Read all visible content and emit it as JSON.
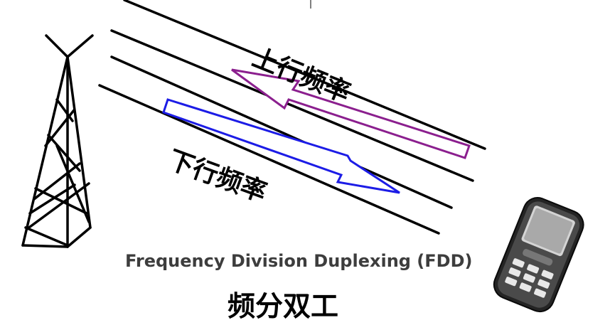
{
  "diagram": {
    "uplink_label": "上行频率",
    "downlink_label": "下行频率",
    "caption": "Frequency Division Duplexing (FDD)",
    "caption_chinese": "频分双工"
  },
  "colors": {
    "uplink_arrow": "#8b1f8e",
    "downlink_arrow": "#1c1ce6",
    "lines": "#000000",
    "caption_text": "#3d3d3d"
  },
  "icons": {
    "tower": "cell-tower-icon",
    "phone": "mobile-phone-icon"
  }
}
